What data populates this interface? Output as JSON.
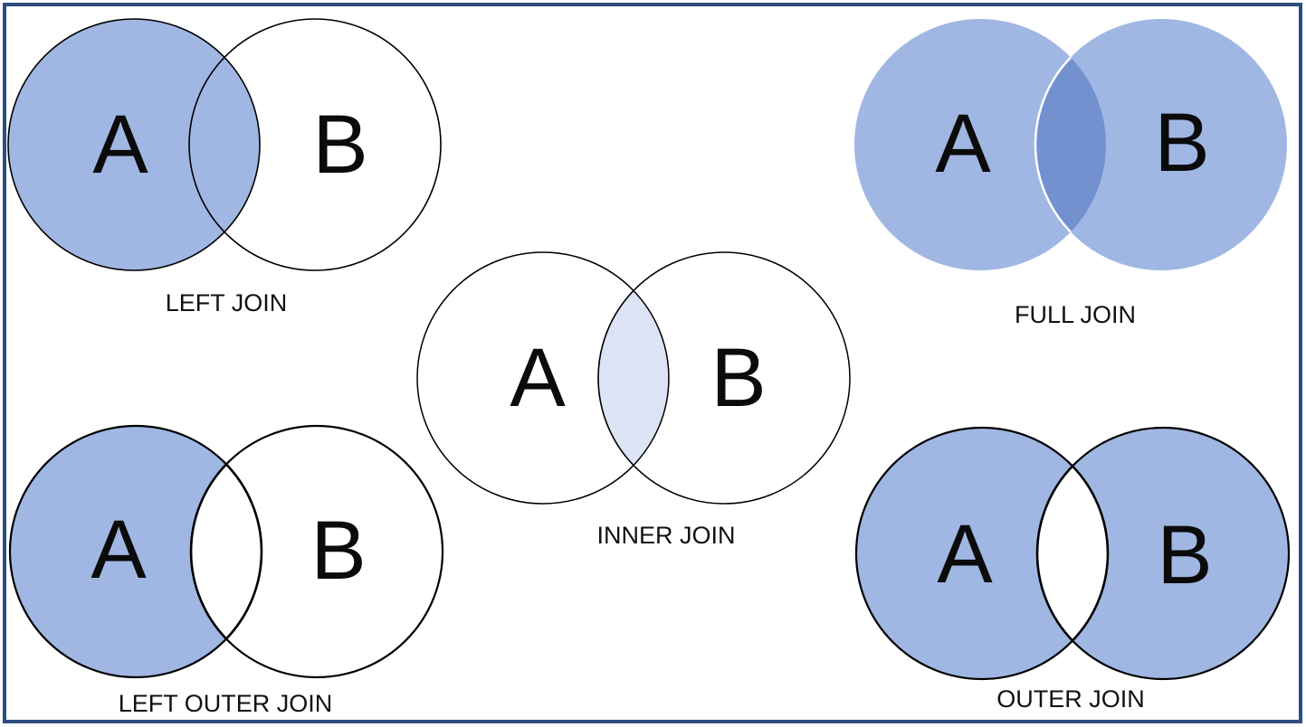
{
  "colors": {
    "circle_fill_blue": "#a0b7e3",
    "full_join_overlap_blue": "#7390cf",
    "inner_join_overlap_blue": "#dbe3f4",
    "circle_outline": "#000000",
    "frame_border": "#2e4d7f",
    "background": "#ffffff"
  },
  "diagrams": [
    {
      "id": "left-join",
      "label": "LEFT JOIN",
      "set_a": "A",
      "set_b": "B"
    },
    {
      "id": "full-join",
      "label": "FULL JOIN",
      "set_a": "A",
      "set_b": "B"
    },
    {
      "id": "inner-join",
      "label": "INNER JOIN",
      "set_a": "A",
      "set_b": "B"
    },
    {
      "id": "left-outer-join",
      "label": "LEFT OUTER JOIN",
      "set_a": "A",
      "set_b": "B"
    },
    {
      "id": "outer-join",
      "label": "OUTER JOIN",
      "set_a": "A",
      "set_b": "B"
    }
  ]
}
